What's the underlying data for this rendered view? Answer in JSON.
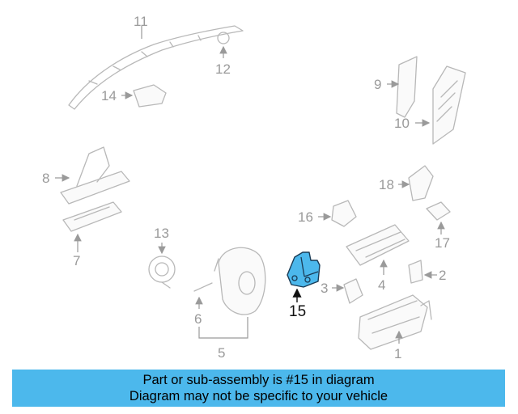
{
  "diagram": {
    "callouts": [
      "1",
      "2",
      "3",
      "4",
      "5",
      "6",
      "7",
      "8",
      "9",
      "10",
      "11",
      "12",
      "13",
      "14",
      "15",
      "16",
      "17",
      "18"
    ],
    "highlighted": "15",
    "highlight_color": "#4cb8ec"
  },
  "banner": {
    "line1": "Part or sub-assembly is #15 in diagram",
    "line2": "Diagram may not be specific to your vehicle",
    "background": "#4cb8ec"
  }
}
